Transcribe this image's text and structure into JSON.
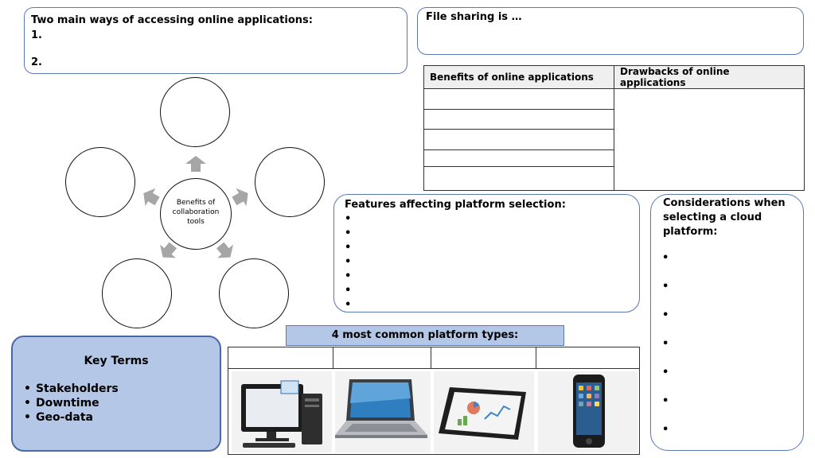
{
  "access": {
    "title": "Two main ways of accessing online applications:",
    "item1": "1.",
    "item2": "2."
  },
  "file_sharing": {
    "text": "File sharing is …"
  },
  "benefits_table": {
    "col_benefits": "Benefits of online applications",
    "col_drawbacks": "Drawbacks of online applications"
  },
  "collab": {
    "center_label": "Benefits of collaboration tools"
  },
  "features": {
    "title": "Features affecting platform selection:",
    "bullets": [
      "",
      "",
      "",
      "",
      "",
      "",
      ""
    ]
  },
  "considerations": {
    "title": "Considerations when selecting a cloud platform:",
    "bullets": [
      "",
      "",
      "",
      "",
      "",
      "",
      ""
    ]
  },
  "platforms": {
    "title": "4 most common platform types:",
    "images": [
      "desktop-computer",
      "laptop",
      "tablet",
      "smartphone"
    ]
  },
  "key_terms": {
    "title": "Key Terms",
    "items": [
      "Stakeholders",
      "Downtime",
      "Geo-data"
    ]
  },
  "colors": {
    "box_border": "#5b78b5",
    "key_terms_fill": "#b4c7e7",
    "platform_banner_fill": "#b4c7e7",
    "arrow_fill": "#a6a6a6"
  }
}
